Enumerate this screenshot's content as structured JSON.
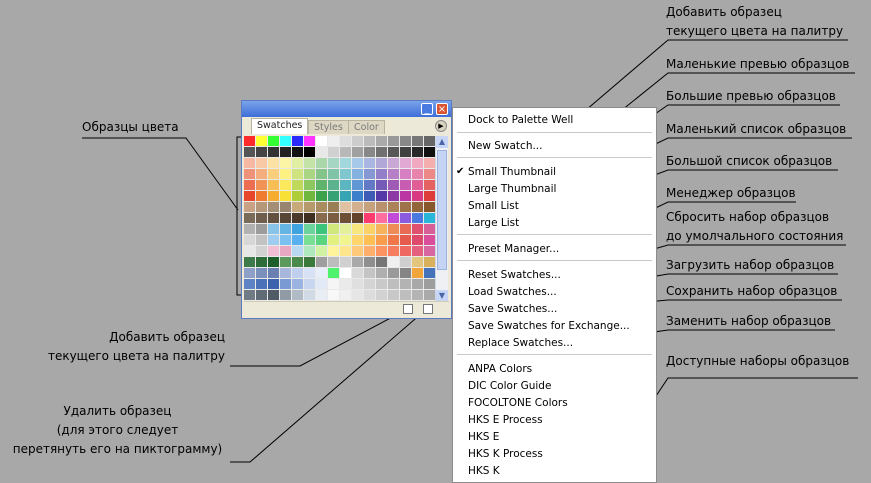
{
  "panel": {
    "tabs": [
      "Swatches",
      "Styles",
      "Color"
    ],
    "minimize_glyph": "_",
    "close_glyph": "×",
    "menu_glyph": "▶",
    "scroll_up": "▲",
    "scroll_down": "▼",
    "swatch_rows": [
      [
        "#ff2a2a",
        "#ffff33",
        "#33ff33",
        "#33ffff",
        "#2a2aff",
        "#ff33ff",
        "#ffffff",
        "#eeeeee",
        "#dddddd",
        "#cccccc",
        "#bbbbbb",
        "#aaaaaa",
        "#999999",
        "#888888",
        "#777777",
        "#666666"
      ],
      [
        "#555555",
        "#444444",
        "#333333",
        "#222222",
        "#111111",
        "#000000",
        "#e8e8e8",
        "#d0d0d0",
        "#b8b8b8",
        "#a0a0a0",
        "#888888",
        "#707070",
        "#585858",
        "#404040",
        "#282828",
        "#101010"
      ],
      [
        "#f6b8a3",
        "#f8c9a4",
        "#fbe1a3",
        "#fdf5a6",
        "#e1efa5",
        "#c4e3a6",
        "#a9d7a9",
        "#a4d6c3",
        "#a3d7de",
        "#a6c9ea",
        "#a8b6e1",
        "#b1a8d8",
        "#c9a8d6",
        "#e2a9d4",
        "#f1a9c2",
        "#f4aeae"
      ],
      [
        "#f0917a",
        "#f4ad7d",
        "#f9cf7c",
        "#fcf181",
        "#cfe47f",
        "#aad582",
        "#84c48b",
        "#7fc4a6",
        "#80c6cf",
        "#83b1e0",
        "#8598d4",
        "#937fc9",
        "#b67fc6",
        "#d67fc3",
        "#e884ab",
        "#ec8888"
      ],
      [
        "#ec6d51",
        "#f19356",
        "#f7be55",
        "#fbe95b",
        "#bfd95b",
        "#8cc75f",
        "#60b36b",
        "#5ab38c",
        "#5bb6c1",
        "#5f98d5",
        "#6279c5",
        "#745bb8",
        "#a05bb5",
        "#c85bb2",
        "#e05e95",
        "#e56262"
      ],
      [
        "#e8462a",
        "#ee7b2f",
        "#f5ac2f",
        "#f9e035",
        "#aecd38",
        "#70b83d",
        "#3ba24c",
        "#37a274",
        "#36a5b3",
        "#3b80cb",
        "#3e5bb6",
        "#5539a8",
        "#8c38a5",
        "#bb36a2",
        "#d83981",
        "#de3b3b"
      ],
      [
        "#c9a184",
        "#b59779",
        "#a58e76",
        "#978570",
        "#c8a97a",
        "#b79a6b",
        "#a98d60",
        "#9a7f55",
        "#e0c2a2",
        "#d3b190",
        "#c6a17e",
        "#b9916c",
        "#ac825b",
        "#9f734a",
        "#92653a",
        "#86582c"
      ],
      [
        "#7a6a5a",
        "#6f5e4d",
        "#635241",
        "#574636",
        "#4b3a2b",
        "#3f2f21",
        "#886a4e",
        "#7b5d42",
        "#6e5036",
        "#61442b",
        "#ff3a6e",
        "#ff6e9e",
        "#c24bd8",
        "#8a5adf",
        "#4a79e0",
        "#2ab6d8"
      ],
      [
        "#b1b1b1",
        "#9c9c9c",
        "#87c4e8",
        "#64b4e4",
        "#3fa3df",
        "#6bd39b",
        "#3cc47a",
        "#d1e87c",
        "#e5f09a",
        "#f7e67e",
        "#fbd267",
        "#f7b25c",
        "#ee8b56",
        "#e96a55",
        "#e0506f",
        "#d75e97"
      ],
      [
        "#d6d6d6",
        "#c2c2c2",
        "#a0ccf0",
        "#7cc0f1",
        "#5ab0ee",
        "#78e094",
        "#59d47f",
        "#e2f07e",
        "#f1f58f",
        "#ffd66c",
        "#ffbf52",
        "#f99c4c",
        "#f07748",
        "#e75a4e",
        "#df496c",
        "#d94d9b"
      ],
      [
        "#e7e7e7",
        "#d2d2d2",
        "#f1bed3",
        "#e8a8c2",
        "#b9d9f3",
        "#aee9bd",
        "#d0f2a2",
        "#fff39b",
        "#ffe58b",
        "#ffc97a",
        "#ffae6b",
        "#fb9461",
        "#f67d5d",
        "#ef6862",
        "#e4607e",
        "#d866a1"
      ],
      [
        "#3f7a4b",
        "#2e6c3a",
        "#1e5e2b",
        "#5c9a5c",
        "#4c8a4c",
        "#3c7a3c",
        "#9e9e9e",
        "#bdbdbd",
        "#d0d0d0",
        "#a9a9a9",
        "#8f8f8f",
        "#767676",
        "#f0f0f0",
        "#cfcfcf",
        "#e3c57d",
        "#d9b05c"
      ],
      [
        "#8ea0c8",
        "#7c90bd",
        "#6b80b2",
        "#a8b8dd",
        "#c0cfee",
        "#d7e2f7",
        "#e9eefb",
        "#4ff26c",
        "#ffffff",
        "#d9d9d9",
        "#c4c4c4",
        "#afafaf",
        "#9a9a9a",
        "#858585",
        "#f2a53a",
        "#4573ba"
      ],
      [
        "#5e83c5",
        "#4b72b9",
        "#3c62ad",
        "#7a9ad3",
        "#9ab3e0",
        "#c9d6ef",
        "#e2e9f7",
        "#f5f5f5",
        "#eaeaea",
        "#dfdfdf",
        "#d4d4d4",
        "#c9c9c9",
        "#bebebe",
        "#b3b3b3",
        "#a8a8a8",
        "#9d9d9d"
      ],
      [
        "#707b86",
        "#606b76",
        "#505b66",
        "#909ba6",
        "#b0bbc6",
        "#d0dbe6",
        "#e8eef4",
        "#f8f8f8",
        "#f0f0f0",
        "#e6e6e6",
        "#dcdcdc",
        "#d2d2d2",
        "#c8c8c8",
        "#bebebe",
        "#b4b4b4",
        "#aaaaaa"
      ]
    ]
  },
  "menu": {
    "items": [
      {
        "label": "Dock to Palette Well",
        "checked": false
      },
      {
        "label": "New Swatch...",
        "checked": false
      },
      {
        "label": "Small Thumbnail",
        "checked": true
      },
      {
        "label": "Large Thumbnail",
        "checked": false
      },
      {
        "label": "Small List",
        "checked": false
      },
      {
        "label": "Large List",
        "checked": false
      },
      {
        "label": "Preset Manager...",
        "checked": false
      },
      {
        "label": "Reset Swatches...",
        "checked": false
      },
      {
        "label": "Load Swatches...",
        "checked": false
      },
      {
        "label": "Save Swatches...",
        "checked": false
      },
      {
        "label": "Save Swatches for Exchange...",
        "checked": false
      },
      {
        "label": "Replace Swatches...",
        "checked": false
      },
      {
        "label": "ANPA Colors",
        "checked": false
      },
      {
        "label": "DIC Color Guide",
        "checked": false
      },
      {
        "label": "FOCOLTONE Colors",
        "checked": false
      },
      {
        "label": "HKS E Process",
        "checked": false
      },
      {
        "label": "HKS E",
        "checked": false
      },
      {
        "label": "HKS K Process",
        "checked": false
      },
      {
        "label": "HKS K",
        "checked": false
      }
    ],
    "check_glyph": "✔"
  },
  "annotations": {
    "swatches": "Образцы цвета",
    "add_left_1": "Добавить образец",
    "add_left_2": "текущего цвета на палитру",
    "del_1": "Удалить образец",
    "del_2": "(для этого следует",
    "del_3": "перетянуть его на пиктограмму)",
    "add_right_1": "Добавить образец",
    "add_right_2": "текущего цвета на палитру",
    "small_thumb": "Маленькие превью образцов",
    "large_thumb": "Большие превью образцов",
    "small_list": "Маленький список образцов",
    "large_list": "Большой список образцов",
    "manager": "Менеджер образцов",
    "reset_1": "Сбросить набор образцов",
    "reset_2": "до умолчального состояния",
    "load": "Загрузить набор образцов",
    "save": "Сохранить набор образцов",
    "replace": "Заменить набор образцов",
    "available": "Доступные наборы образцов"
  }
}
